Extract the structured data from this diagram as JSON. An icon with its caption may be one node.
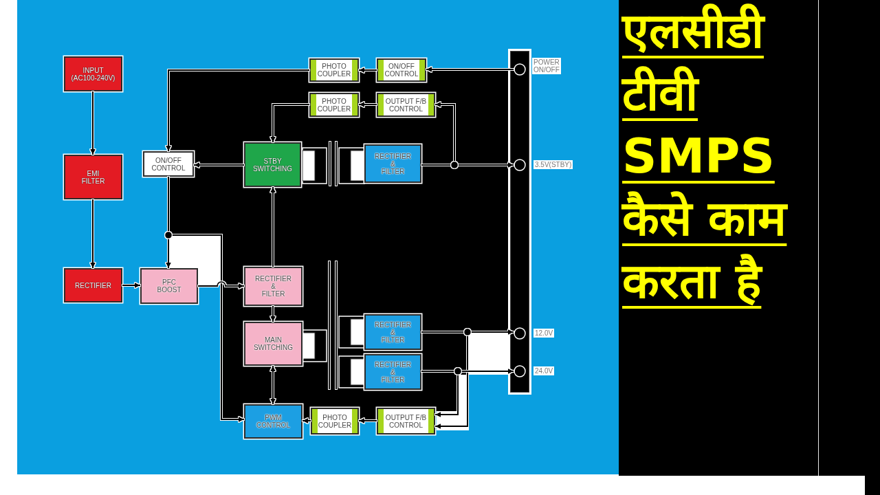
{
  "diagram": {
    "title": "एलसीडी टीवी SMPS कैसे काम करता है",
    "nodes": [
      {
        "text": [
          "INPUT (AC100-240V)"
        ]
      },
      {
        "text": [
          "PHOTO COUPLER"
        ]
      },
      {
        "text": [
          "ON/OFF CONTROL"
        ]
      },
      {
        "text": [],
        "shape": "bar"
      },
      {
        "text": [],
        "shape": "circle",
        "in": 3,
        "beside": [
          "POWER ON/OFF"
        ]
      },
      {
        "text": [
          "PHOTO COUPLER"
        ]
      },
      {
        "text": [
          "OUTPUT F/B CONTROL"
        ]
      },
      {
        "text": [
          "EMI FILTER"
        ]
      },
      {
        "text": [
          "ON/OFF CONTROL"
        ]
      },
      {
        "text": [
          "STBY SWITCHING"
        ]
      },
      {
        "text": [
          "RECTIFIER & FILTER"
        ]
      },
      {
        "text": [],
        "shape": "circle",
        "in": 3,
        "beside": [
          "3.5V(STBY)"
        ]
      },
      {
        "text": [
          "RECTIFIER"
        ]
      },
      {
        "text": [
          "PFC BOOST"
        ]
      },
      {
        "text": [
          "RECTIFIER & FILTER"
        ]
      },
      {
        "text": [
          "MAIN SWITCHING"
        ]
      },
      {
        "text": [
          "RECTIFIER & FILTER"
        ]
      },
      {
        "text": [],
        "shape": "circle",
        "in": 3,
        "beside": [
          "12.0V"
        ]
      },
      {
        "text": [
          "RECTIFIER & FILTER"
        ]
      },
      {
        "text": [],
        "shape": "circle",
        "in": 3,
        "beside": [
          "24.0V"
        ]
      },
      {
        "text": [
          "PWM CONTROL"
        ]
      },
      {
        "text": [
          "PHOTO COUPLER"
        ]
      },
      {
        "text": [
          "OUTPUT F/B CONTROL"
        ]
      }
    ],
    "edges": [
      {
        "from": 0,
        "to": 7,
        "arrow": "to"
      },
      {
        "from": 4,
        "to": 2,
        "arrow": "to"
      },
      {
        "from": 2,
        "to": 1,
        "arrow": "to"
      },
      {
        "from": 1,
        "to": 8,
        "arrow": "to"
      },
      {
        "from": 6,
        "to": 5,
        "arrow": "to"
      },
      {
        "from": 5,
        "to": 9,
        "arrow": "to"
      },
      {
        "from": 10,
        "to": 6,
        "arrow": "to"
      },
      {
        "from": 9,
        "to": 8,
        "arrow": "to"
      },
      {
        "from": 10,
        "to": 11,
        "arrow": "to"
      },
      {
        "from": 7,
        "to": 12,
        "arrow": "to"
      },
      {
        "from": 8,
        "to": 13,
        "arrow": "to"
      },
      {
        "from": 8,
        "to": 20,
        "arrow": "to"
      },
      {
        "from": 12,
        "to": 13,
        "arrow": "to"
      },
      {
        "from": 13,
        "to": 14,
        "arrow": "to"
      },
      {
        "from": 14,
        "to": 9,
        "arrow": "to"
      },
      {
        "from": 14,
        "to": 15,
        "arrow": "to"
      },
      {
        "from": 16,
        "to": 17,
        "arrow": "to"
      },
      {
        "from": 16,
        "to": 22,
        "arrow": "to"
      },
      {
        "from": 18,
        "to": 19,
        "arrow": "to"
      },
      {
        "from": 18,
        "to": 22,
        "arrow": "to"
      },
      {
        "from": 15,
        "to": 20,
        "arrow": "both"
      },
      {
        "from": 22,
        "to": 21,
        "arrow": "to"
      },
      {
        "from": 21,
        "to": 20,
        "arrow": "to"
      }
    ]
  }
}
